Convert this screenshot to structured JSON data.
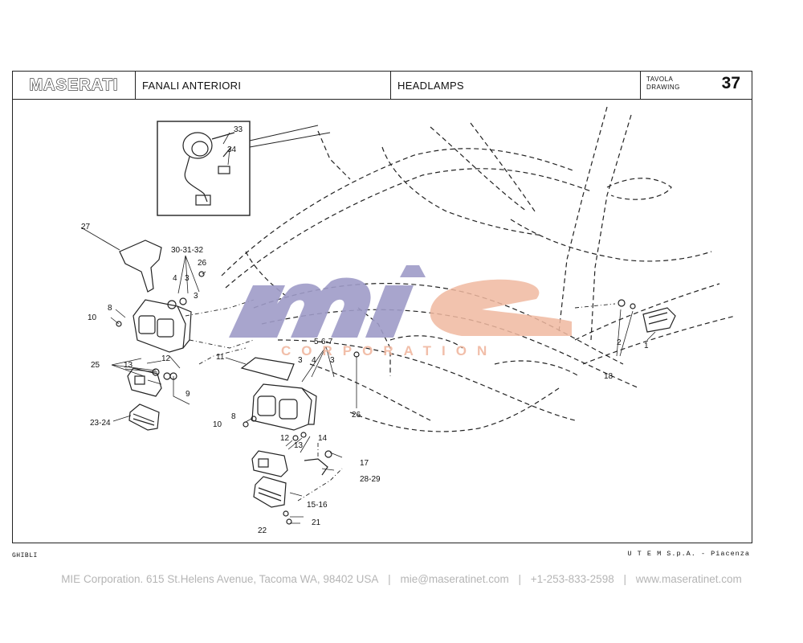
{
  "header": {
    "brand": "MASERATI",
    "title_it": "FANALI ANTERIORI",
    "title_en": "HEADLAMPS",
    "drawing_label_1": "TAVOLA",
    "drawing_label_2": "DRAWING",
    "drawing_number": "37"
  },
  "callouts": {
    "c1": "1",
    "c2": "2",
    "c3a": "3",
    "c3b": "3",
    "c3c": "3",
    "c4a": "4",
    "c4b": "4",
    "c567": "5-6-7",
    "c8a": "8",
    "c8b": "8",
    "c9": "9",
    "c10a": "10",
    "c10b": "10",
    "c11": "11",
    "c12a": "12",
    "c12b": "12",
    "c13a": "13",
    "c13b": "13",
    "c14": "14",
    "c1516": "15-16",
    "c17": "17",
    "c18": "18",
    "c21": "21",
    "c22": "22",
    "c2324": "23-24",
    "c25": "25",
    "c26a": "26",
    "c26b": "26",
    "c27": "27",
    "c2829": "28-29",
    "c303132": "30-31-32",
    "c33": "33",
    "c34": "34"
  },
  "watermark": {
    "logo": "mie",
    "sub": "CORPORATION"
  },
  "footer": {
    "model": "GHIBLI",
    "publisher": "U T E M  S.p.A. - Piacenza"
  },
  "contact": {
    "address": "MIE Corporation. 615 St.Helens Avenue, Tacoma WA, 98402 USA",
    "sep1": "|",
    "email": "mie@maseratinet.com",
    "sep2": "|",
    "phone": "+1-253-833-2598",
    "sep3": "|",
    "web": "www.maseratinet.com"
  },
  "colors": {
    "watermark_purple": "#9f9bc8",
    "watermark_salmon": "#f0b8a0",
    "contact_gray": "#b5b5b5"
  }
}
